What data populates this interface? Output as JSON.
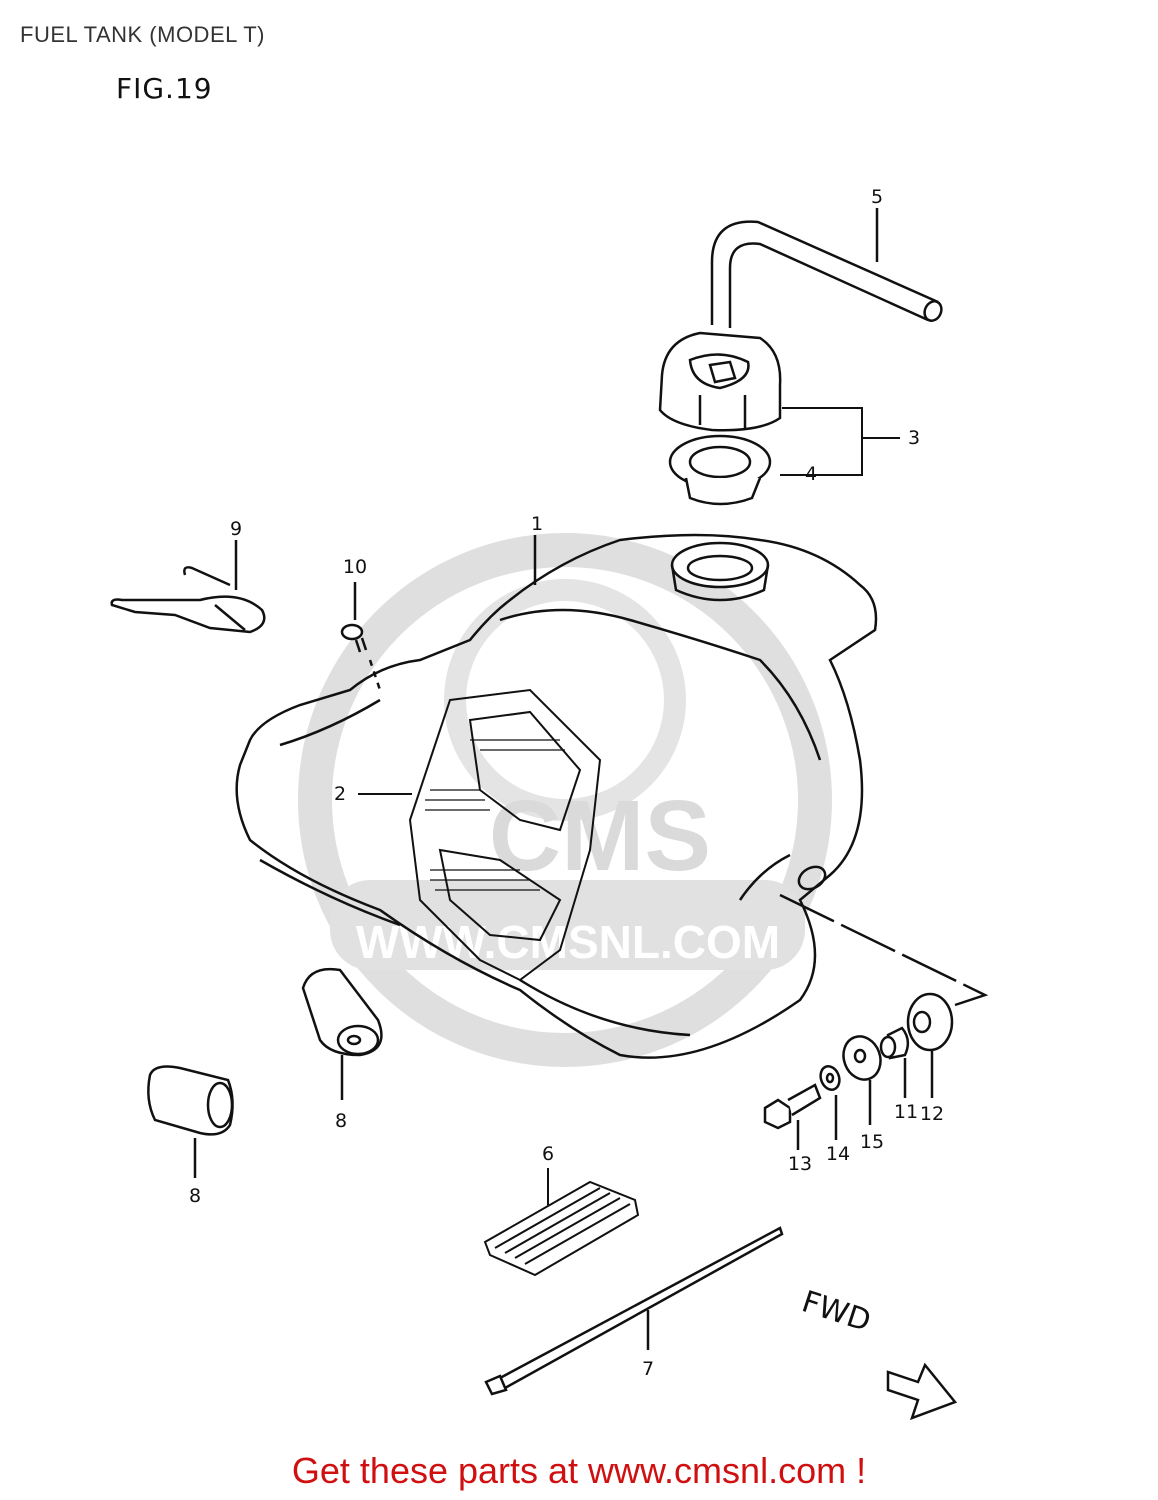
{
  "title": "FUEL TANK (MODEL T)",
  "figure": "FIG.19",
  "callouts": {
    "c1": "1",
    "c2": "2",
    "c3": "3",
    "c4": "4",
    "c5": "5",
    "c6": "6",
    "c7": "7",
    "c8a": "8",
    "c8b": "8",
    "c9": "9",
    "c10": "10",
    "c11": "11",
    "c12": "12",
    "c13": "13",
    "c14": "14",
    "c15": "15"
  },
  "direction": "FWD",
  "watermark": {
    "brand": "CMS",
    "url": "WWW.CMSNL.COM"
  },
  "footer": {
    "text": "Get these parts at www.cmsnl.com !"
  },
  "colors": {
    "line": "#111111",
    "footer": "#d01010",
    "watermark": "#d9d9d9"
  }
}
